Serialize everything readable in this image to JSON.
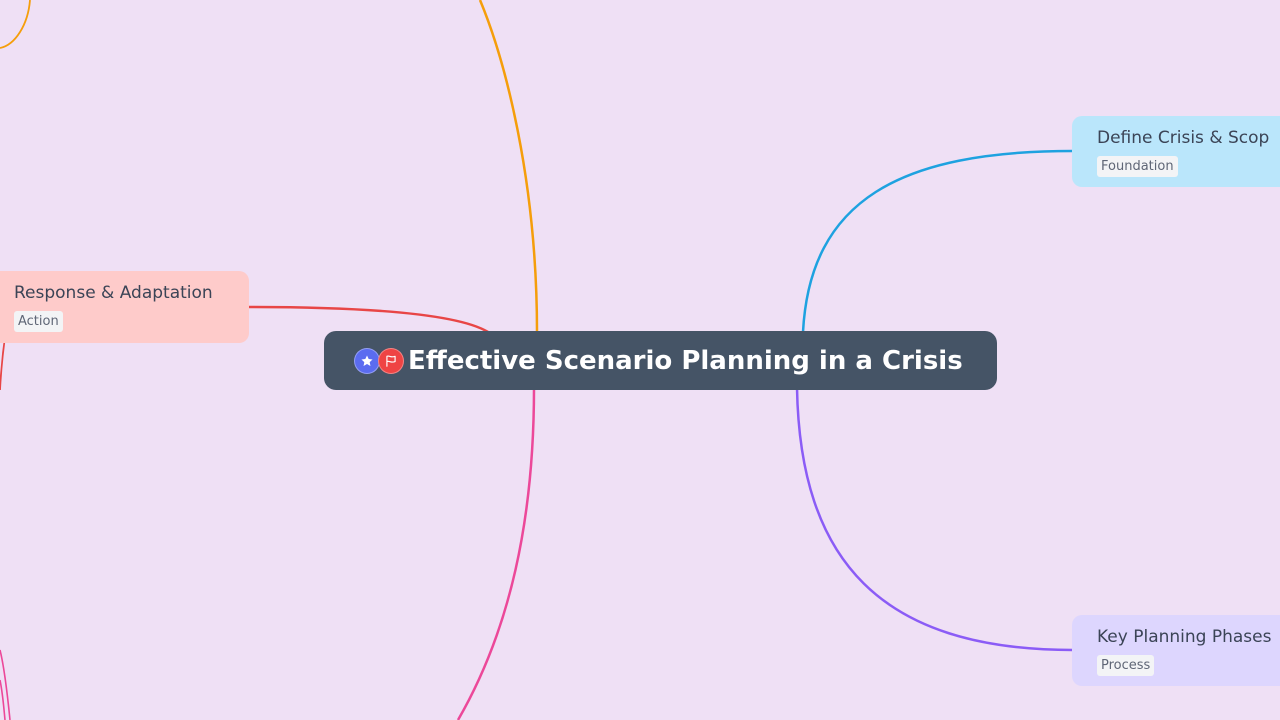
{
  "central": {
    "title": "Effective Scenario Planning in a Crisis",
    "icons": [
      {
        "name": "star-icon",
        "color": "#5b6cf0"
      },
      {
        "name": "flag-icon",
        "color": "#ef4444"
      }
    ],
    "background": "#455466"
  },
  "branches": [
    {
      "id": "define",
      "title": "Define Crisis & Scop",
      "tag": "Foundation",
      "color": "#1ea2e0",
      "background": "#bae6fb"
    },
    {
      "id": "phases",
      "title": "Key Planning Phases",
      "tag": "Process",
      "color": "#8b5cf6",
      "background": "#ddd6fe"
    },
    {
      "id": "response",
      "title": "Response & Adaptation",
      "tag": "Action",
      "color": "#e84646",
      "background": "#fecbca"
    },
    {
      "id": "orange-branch",
      "title": "",
      "tag": "",
      "color": "#f59e0b",
      "background": ""
    },
    {
      "id": "pink-branch",
      "title": "",
      "tag": "",
      "color": "#ec4899",
      "background": ""
    }
  ],
  "canvas_background": "#efe0f5"
}
